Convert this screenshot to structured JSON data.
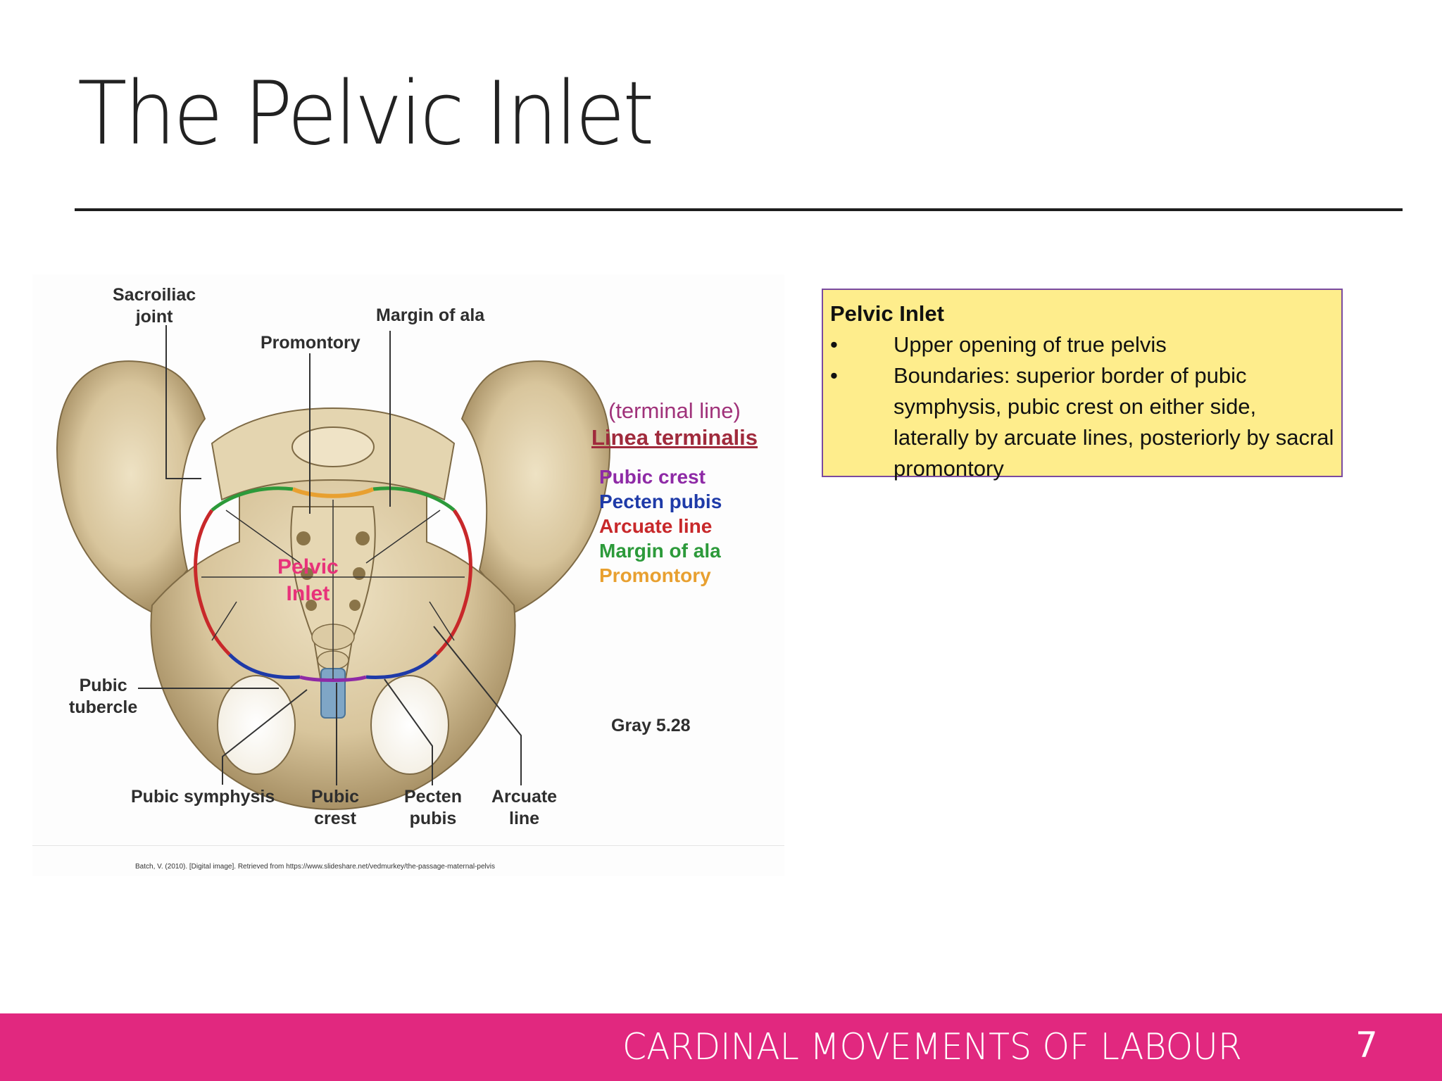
{
  "slide": {
    "title": "The Pelvic Inlet",
    "footer": "CARDINAL MOVEMENTS OF LABOUR",
    "page_number": "7"
  },
  "figure": {
    "labels": {
      "sacroiliac_joint": "Sacroiliac\njoint",
      "promontory": "Promontory",
      "margin_of_ala": "Margin of ala",
      "pubic_tubercle": "Pubic\ntubercle",
      "pubic_symphysis": "Pubic symphysis",
      "pubic_crest": "Pubic\ncrest",
      "pecten_pubis": "Pecten\npubis",
      "arcuate_line": "Arcuate\nline",
      "pelvic_inlet": "Pelvic\nInlet",
      "gray_ref": "Gray 5.28"
    },
    "legend": {
      "subtitle": "(terminal line)",
      "heading": "Linea terminalis",
      "items": [
        {
          "label": "Pubic crest",
          "color": "#8e2aa6"
        },
        {
          "label": "Pecten pubis",
          "color": "#1e3aa8"
        },
        {
          "label": "Arcuate line",
          "color": "#c8282a"
        },
        {
          "label": "Margin of ala",
          "color": "#2c9a3a"
        },
        {
          "label": "Promontory",
          "color": "#e8a030"
        }
      ]
    },
    "citation": "Batch, V. (2010). [Digital image]. Retrieved from https://www.slideshare.net/vedmurkey/the-passage-maternal-pelvis"
  },
  "info_box": {
    "title": "Pelvic Inlet",
    "bullets": [
      "Upper opening of true pelvis",
      "Boundaries: superior border of pubic symphysis, pubic crest on either side, laterally by arcuate lines, posteriorly by sacral promontory"
    ],
    "bullet_glyph": "•"
  },
  "colors": {
    "accent": "#e1287f",
    "info_box_bg": "#feed8c",
    "info_box_border": "#7a4aa0",
    "bone": "#d9c7a0"
  }
}
